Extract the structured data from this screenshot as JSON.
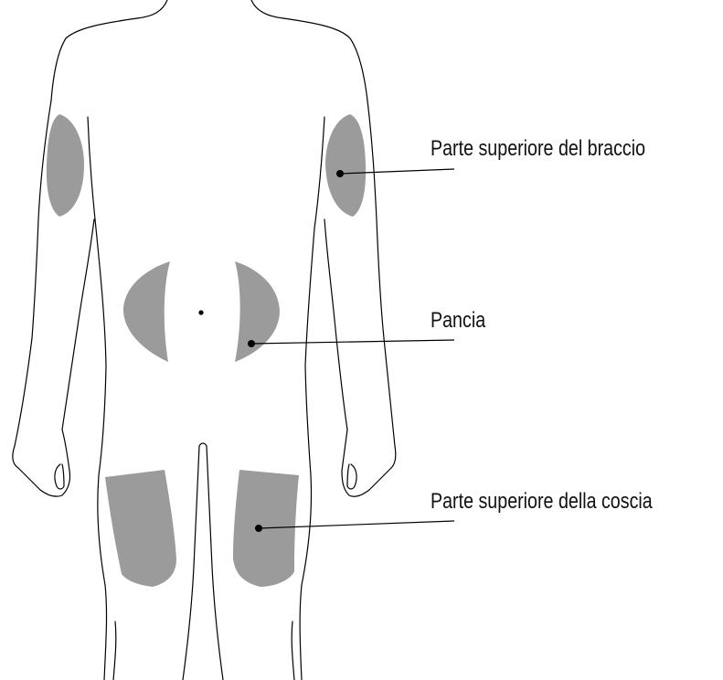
{
  "colors": {
    "injection_zone": "#9b9b9b",
    "outline": "#000000",
    "background": "#ffffff"
  },
  "labels": {
    "upper_arm": "Parte superiore del braccio",
    "belly": "Pancia",
    "upper_thigh": "Parte superiore della coscia"
  }
}
